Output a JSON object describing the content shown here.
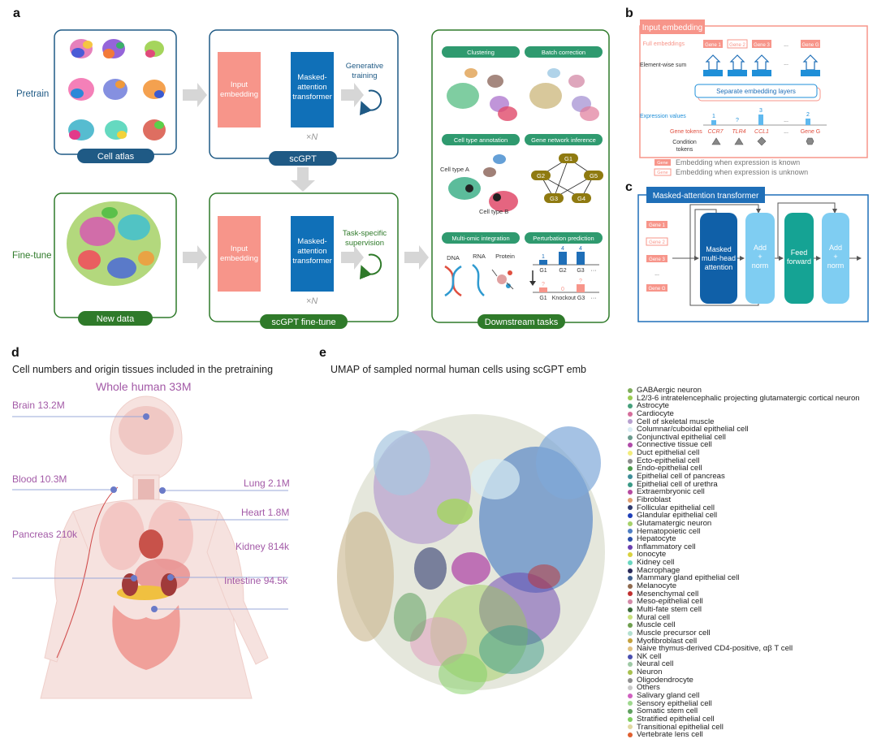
{
  "panels": {
    "a": "a",
    "b": "b",
    "c": "c",
    "d": "d",
    "e": "e"
  },
  "panel_a": {
    "row_pretrain": "Pretrain",
    "row_finetune": "Fine-tune",
    "cell_atlas": "Cell atlas",
    "new_data": "New data",
    "scgpt": "scGPT",
    "scgpt_finetune": "scGPT fine-tune",
    "input_embedding": [
      "Input",
      "embedding"
    ],
    "transformer": [
      "Masked-",
      "attention",
      "transformer"
    ],
    "times_n": "×N",
    "generative_training": [
      "Generative",
      "training"
    ],
    "task_supervision": [
      "Task-specific",
      "supervision"
    ],
    "downstream": "Downstream tasks",
    "tasks": [
      "Clustering",
      "Batch correction",
      "Cell type annotation",
      "Gene network inference",
      "Multi-omic integration",
      "Perturbation prediction"
    ],
    "cell_type_a": "Cell type A",
    "cell_type_b": "Cell type B",
    "gene_nodes": [
      "G1",
      "G2",
      "G3",
      "G4",
      "G5"
    ],
    "omics": [
      "DNA",
      "RNA",
      "Protein"
    ],
    "perturb_values": [
      "1",
      "4",
      "4",
      "?",
      "0",
      "?"
    ],
    "perturb_axis": [
      "G1",
      "G2",
      "G3",
      "···"
    ],
    "perturb_axis2": [
      "G1",
      "Knockout G3",
      "···"
    ]
  },
  "panel_b": {
    "title": "Input embedding",
    "full_embeddings": "Full embeddings",
    "gene_boxes": [
      "Gene 1",
      "Gene 2",
      "Gene 3",
      "...",
      "Gene G"
    ],
    "element_wise_sum": "Element-wise sum",
    "separate_layers": "Separate embedding layers",
    "expression_values": "Expression values",
    "expr_nums": [
      "1",
      "?",
      "3",
      "...",
      "2"
    ],
    "gene_tokens": "Gene tokens",
    "token_names": [
      "CCR7",
      "TLR4",
      "CCL1",
      "...",
      "Gene G"
    ],
    "condition_tokens": [
      "Condition",
      "tokens"
    ],
    "legend_gene": "Gene",
    "legend_known": "Embedding when expression is known",
    "legend_unknown": "Embedding when expression is unknown"
  },
  "panel_c": {
    "title": "Masked-attention transformer",
    "genes": [
      "Gene 1",
      "Gene 2",
      "Gene 3",
      "...",
      "Gene G"
    ],
    "mha": [
      "Masked",
      "multi-head",
      "attention"
    ],
    "addnorm": [
      "Add",
      "+",
      "norm"
    ],
    "ff": [
      "Feed",
      "forward"
    ]
  },
  "panel_d": {
    "title": "Cell numbers and origin tissues included in the pretraining",
    "whole": "Whole human 33M",
    "tissues": [
      "Brain 13.2M",
      "Blood 10.3M",
      "Lung 2.1M",
      "Heart 1.8M",
      "Pancreas 210k",
      "Kidney 814k",
      "Intestine 94.5k"
    ]
  },
  "panel_e": {
    "title": "UMAP of sampled normal human cells using scGPT emb",
    "legend": [
      {
        "label": "GABAergic neuron",
        "color": "#7fae5a"
      },
      {
        "label": "L2/3-6 intratelencephalic projecting glutamatergic cortical neuron",
        "color": "#9acb52"
      },
      {
        "label": "Astrocyte",
        "color": "#46a07c"
      },
      {
        "label": "Cardiocyte",
        "color": "#d56e9b"
      },
      {
        "label": "Cell of skeletal muscle",
        "color": "#b7a0cf"
      },
      {
        "label": "Columnar/cuboidal epithelial cell",
        "color": "#d9ecf4"
      },
      {
        "label": "Conjunctival epithelial cell",
        "color": "#6b9c8f"
      },
      {
        "label": "Connective tissue cell",
        "color": "#b04aa8"
      },
      {
        "label": "Duct epithelial cell",
        "color": "#f2ec7c"
      },
      {
        "label": "Ecto-epithelial cell",
        "color": "#8d8d8d"
      },
      {
        "label": "Endo-epithelial cell",
        "color": "#4d9c4d"
      },
      {
        "label": "Epithelial cell of pancreas",
        "color": "#3f8e98"
      },
      {
        "label": "Epithelial cell of urethra",
        "color": "#3a9a86"
      },
      {
        "label": "Extraembryonic cell",
        "color": "#b54aa0"
      },
      {
        "label": "Fibroblast",
        "color": "#e0a070"
      },
      {
        "label": "Follicular epithelial cell",
        "color": "#2f3a6f"
      },
      {
        "label": "Glandular epithelial cell",
        "color": "#1f3fb8"
      },
      {
        "label": "Glutamatergic neuron",
        "color": "#a6d16a"
      },
      {
        "label": "Hematopoietic cell",
        "color": "#4f7fc4"
      },
      {
        "label": "Hepatocyte",
        "color": "#2b4fa8"
      },
      {
        "label": "Inflammatory cell",
        "color": "#6a3fb0"
      },
      {
        "label": "Ionocyte",
        "color": "#d9d23f"
      },
      {
        "label": "Kidney cell",
        "color": "#6ad6c0"
      },
      {
        "label": "Macrophage",
        "color": "#2a2a5a"
      },
      {
        "label": "Mammary gland epithelial cell",
        "color": "#3f5f8f"
      },
      {
        "label": "Melanocyte",
        "color": "#8f6a4f"
      },
      {
        "label": "Mesenchymal cell",
        "color": "#c03030"
      },
      {
        "label": "Meso-epithelial cell",
        "color": "#d38aa8"
      },
      {
        "label": "Multi-fate stem cell",
        "color": "#3a6a3a"
      },
      {
        "label": "Mural cell",
        "color": "#c7e07a"
      },
      {
        "label": "Muscle cell",
        "color": "#6f9f4f"
      },
      {
        "label": "Muscle precursor cell",
        "color": "#b3e0d0"
      },
      {
        "label": "Myofibroblast cell",
        "color": "#c4a23f"
      },
      {
        "label": "Naive thymus-derived CD4-positive, αβ T cell",
        "color": "#e0c080"
      },
      {
        "label": "NK cell",
        "color": "#4a4fb0"
      },
      {
        "label": "Neural cell",
        "color": "#9fc9a6"
      },
      {
        "label": "Neuron",
        "color": "#a8c04f"
      },
      {
        "label": "Oligodendrocyte",
        "color": "#8f8f8f"
      },
      {
        "label": "Others",
        "color": "#c8c8c8"
      },
      {
        "label": "Salivary gland cell",
        "color": "#d060c0"
      },
      {
        "label": "Sensory epithelial cell",
        "color": "#a0d88f"
      },
      {
        "label": "Somatic stem cell",
        "color": "#5fa05f"
      },
      {
        "label": "Stratified epithelial cell",
        "color": "#7fcf5f"
      },
      {
        "label": "Transitional epithelial cell",
        "color": "#e0d8a0"
      },
      {
        "label": "Vertebrate lens cell",
        "color": "#e06030"
      }
    ]
  },
  "colors": {
    "blue_box": "#1f5a85",
    "green_box": "#2f7a2a",
    "salmon": "#f7958a",
    "transformer_blue": "#1070b8",
    "light_blue": "#7fcdf2",
    "teal": "#15a394",
    "accent_purple": "#a35aa7"
  }
}
